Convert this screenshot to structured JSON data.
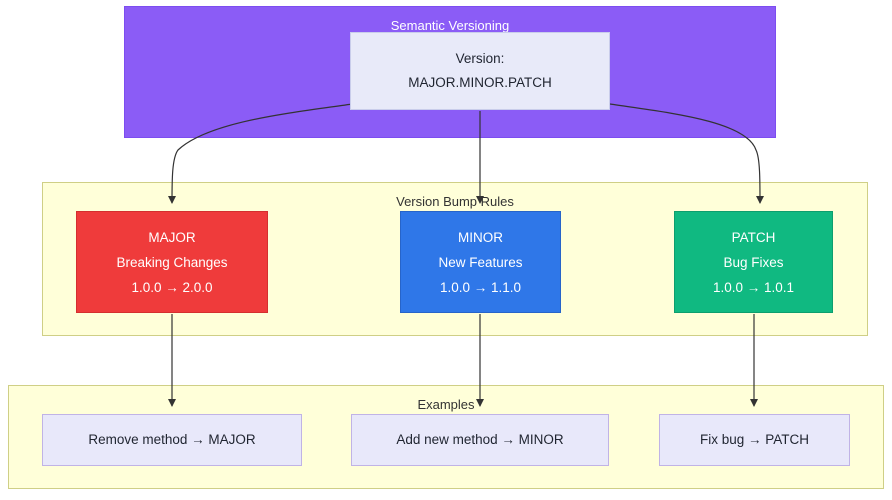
{
  "diagram": {
    "title": "Semantic Versioning",
    "type": "flowchart",
    "clusters": [
      {
        "id": "semantic-versioning",
        "label": "Semantic Versioning",
        "fill": "#8b5cf6",
        "label_color": "#ffffff"
      },
      {
        "id": "version-bump-rules",
        "label": "Version Bump Rules",
        "fill": "#ffffd9",
        "label_color": "#333333"
      },
      {
        "id": "examples",
        "label": "Examples",
        "fill": "#ffffd9",
        "label_color": "#333333"
      }
    ],
    "root_node": {
      "id": "version",
      "line1": "Version:",
      "line2": "MAJOR.MINOR.PATCH",
      "fill": "#e8eaf9"
    },
    "rules": [
      {
        "id": "major",
        "name": "MAJOR",
        "description": "Breaking Changes",
        "transition": "1.0.0 → 2.0.0",
        "fill": "#ef3b3b"
      },
      {
        "id": "minor",
        "name": "MINOR",
        "description": "New Features",
        "transition": "1.0.0 → 1.1.0",
        "fill": "#2f77e8"
      },
      {
        "id": "patch",
        "name": "PATCH",
        "description": "Bug Fixes",
        "transition": "1.0.0 → 1.0.1",
        "fill": "#10b981"
      }
    ],
    "examples": [
      {
        "id": "example-major",
        "label": "Remove method → MAJOR"
      },
      {
        "id": "example-minor",
        "label": "Add new method → MINOR"
      },
      {
        "id": "example-patch",
        "label": "Fix bug → PATCH"
      }
    ],
    "edge_color": "#333333"
  }
}
